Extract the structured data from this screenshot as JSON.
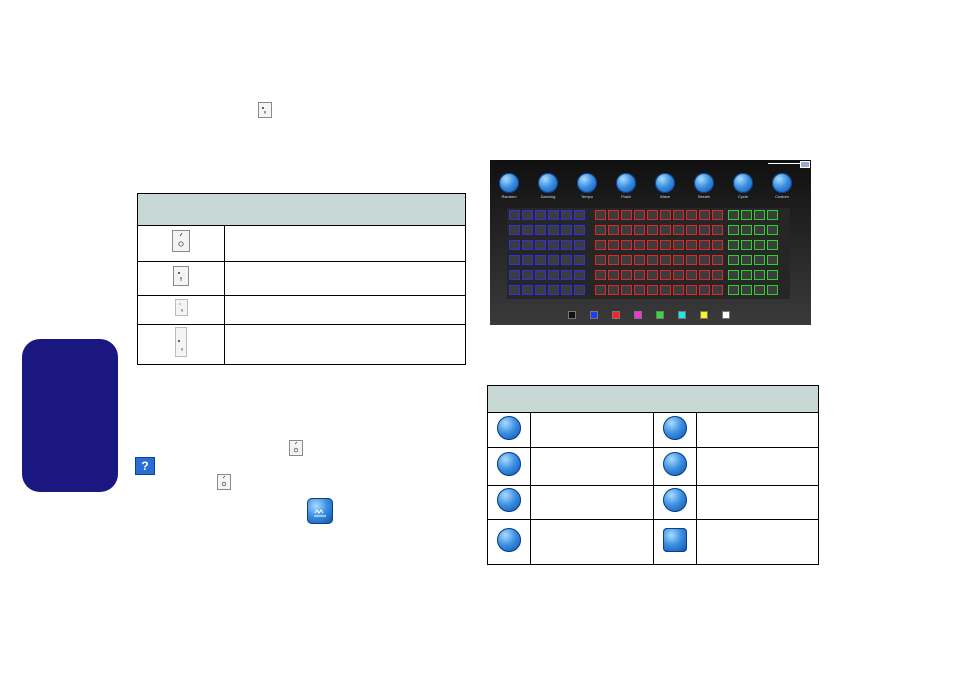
{
  "colors": {
    "side_tab": "#1a1880",
    "table_header": "#c7d8d5",
    "zone_left": "#3030e0",
    "zone_center": "#e02828",
    "zone_right": "#30d030"
  },
  "top_icon": "keyboard-led-icon",
  "help_button": {
    "label": "?"
  },
  "table1": {
    "rows": [
      {
        "icon": "power-icon"
      },
      {
        "icon": "keyboard-led-icon"
      },
      {
        "icon": "small-led-icon"
      },
      {
        "icon": "tall-led-icon"
      }
    ]
  },
  "screenshot": {
    "modes": [
      {
        "label": "Random",
        "icon": "random-icon"
      },
      {
        "label": "Dancing",
        "icon": "dancing-icon"
      },
      {
        "label": "Tempo",
        "icon": "tempo-icon"
      },
      {
        "label": "Flash",
        "icon": "flash-icon"
      },
      {
        "label": "Wave",
        "icon": "wave-icon"
      },
      {
        "label": "Breath",
        "icon": "breath-icon"
      },
      {
        "label": "Cycle",
        "icon": "cycle-icon"
      },
      {
        "label": "Custom",
        "icon": "custom-icon"
      }
    ],
    "swatches": [
      "#111111",
      "#1e3cff",
      "#ff2020",
      "#ff2fd8",
      "#2fe030",
      "#20e6f0",
      "#fff020",
      "#ffffff"
    ]
  },
  "table2": {
    "rows": [
      [
        "random-icon",
        "wave-icon"
      ],
      [
        "dancing-icon",
        "breath-icon"
      ],
      [
        "tempo-icon",
        "cycle-icon"
      ],
      [
        "flash-icon",
        "custom-icon"
      ]
    ]
  }
}
